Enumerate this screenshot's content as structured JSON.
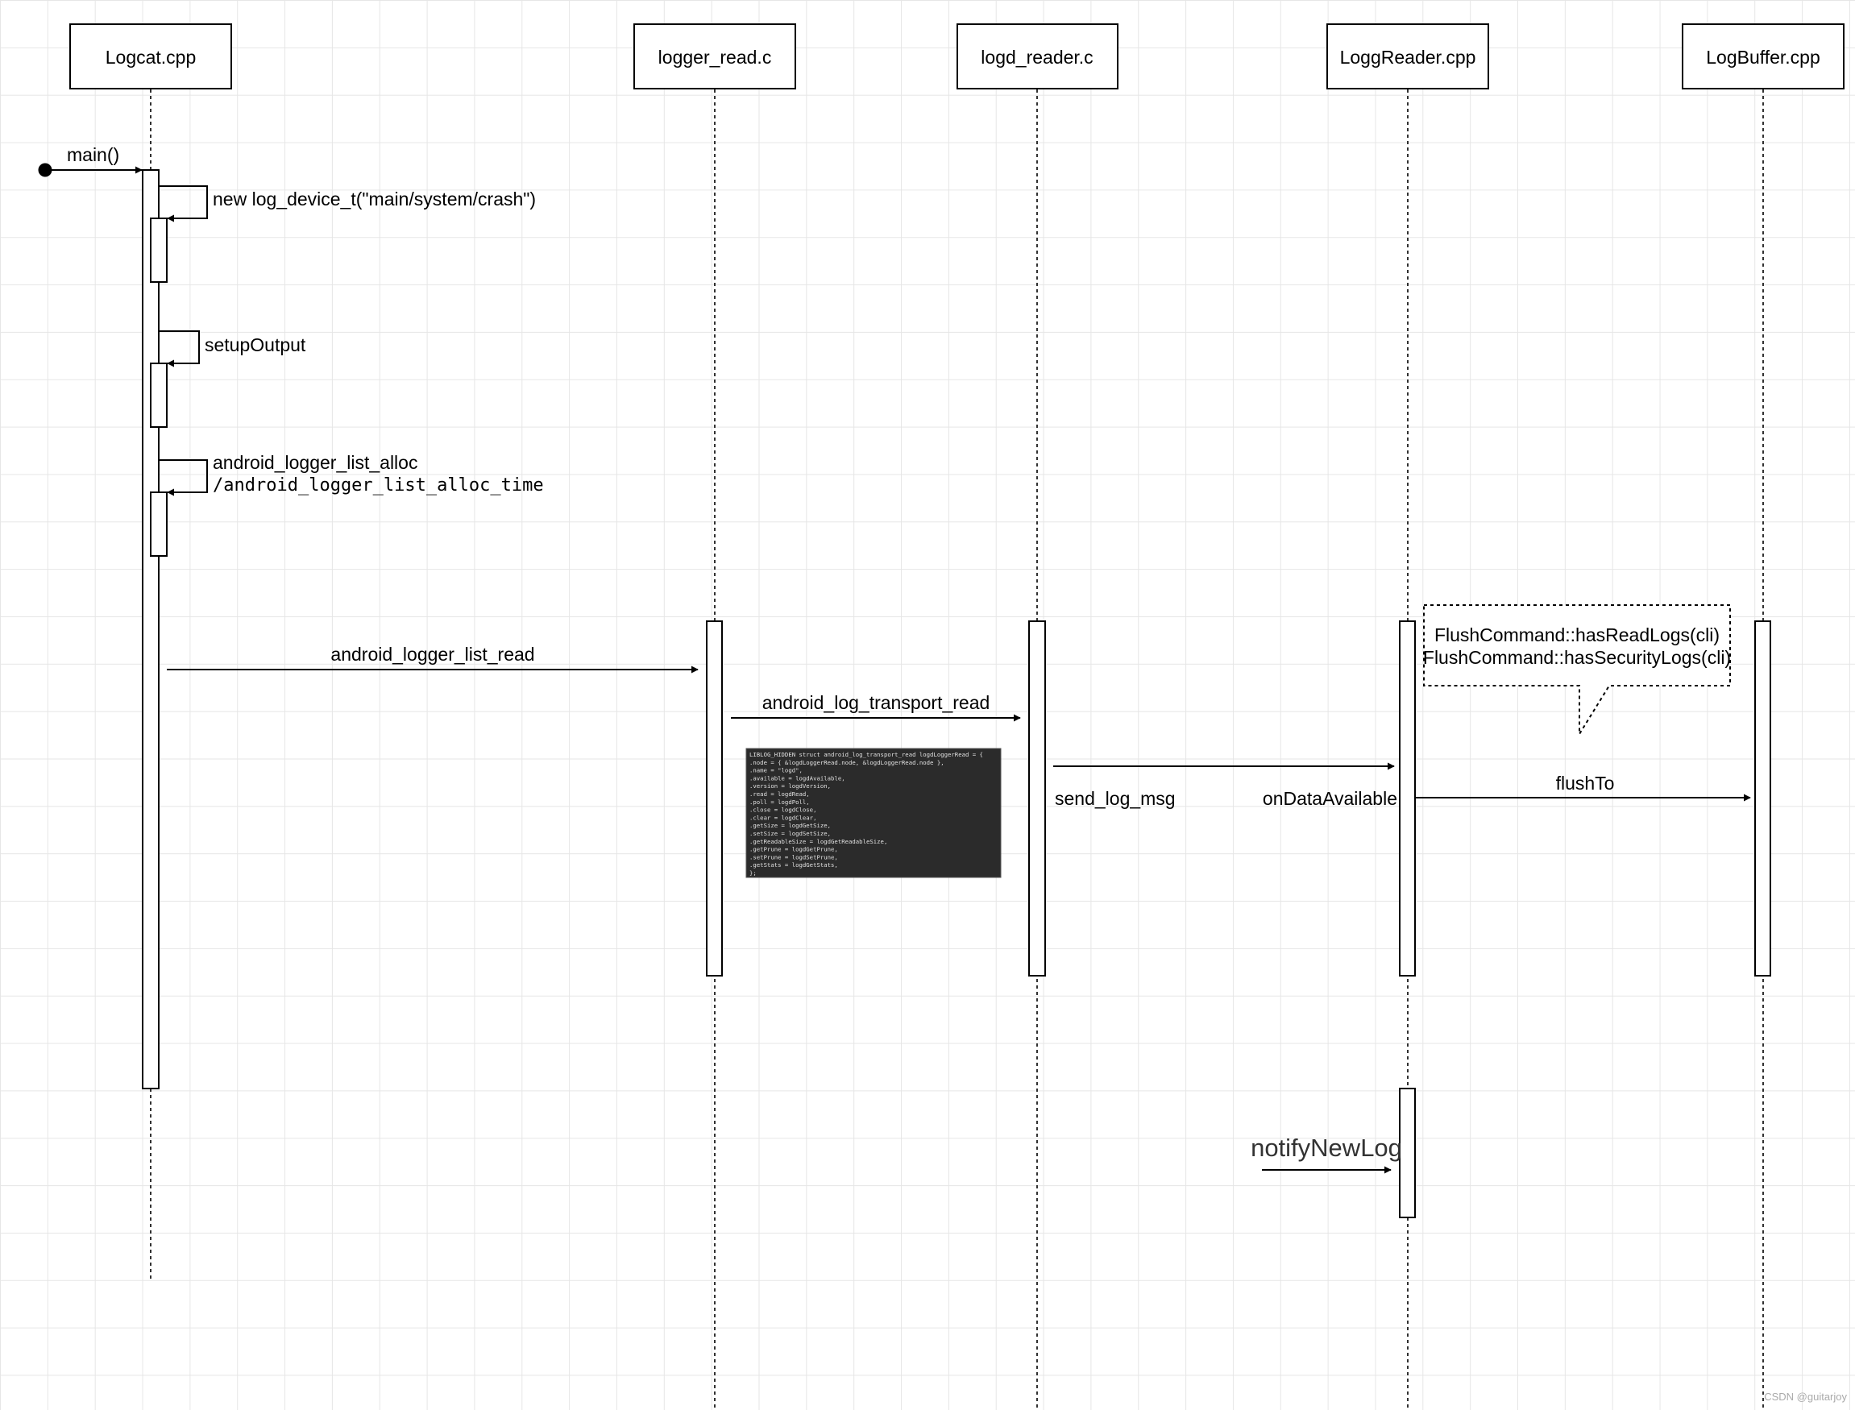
{
  "participants": [
    {
      "id": "logcat",
      "label": "Logcat.cpp"
    },
    {
      "id": "logger_read",
      "label": "logger_read.c"
    },
    {
      "id": "logd_reader",
      "label": "logd_reader.c"
    },
    {
      "id": "loggreader",
      "label": "LoggReader.cpp"
    },
    {
      "id": "logbuffer",
      "label": "LogBuffer.cpp"
    }
  ],
  "messages": {
    "main": "main()",
    "new_device": "new log_device_t(\"main/system/crash\")",
    "setup_output": "setupOutput",
    "alloc_line1": "android_logger_list_alloc",
    "alloc_line2": "/android_logger_list_alloc_time",
    "list_read": "android_logger_list_read",
    "transport_read": "android_log_transport_read",
    "send_log_msg": "send_log_msg",
    "on_data_available": "onDataAvailable",
    "flush_to": "flushTo",
    "notify_new_log": "notifyNewLog"
  },
  "callout": {
    "line1": "FlushCommand::hasReadLogs(cli)",
    "line2": "FlushCommand::hasSecurityLogs(cli)"
  },
  "code_snippet": [
    "LIBLOG_HIDDEN struct android_log_transport_read logdLoggerRead = {",
    "    .node = { &logdLoggerRead.node, &logdLoggerRead.node },",
    "    .name = \"logd\",",
    "    .available = logdAvailable,",
    "    .version = logdVersion,",
    "    .read = logdRead,",
    "    .poll = logdPoll,",
    "    .close = logdClose,",
    "    .clear = logdClear,",
    "    .getSize = logdGetSize,",
    "    .setSize = logdSetSize,",
    "    .getReadableSize = logdGetReadableSize,",
    "    .getPrune = logdGetPrune,",
    "    .setPrune = logdSetPrune,",
    "    .getStats = logdGetStats,",
    "};"
  ],
  "watermark": "CSDN @guitarjoy"
}
